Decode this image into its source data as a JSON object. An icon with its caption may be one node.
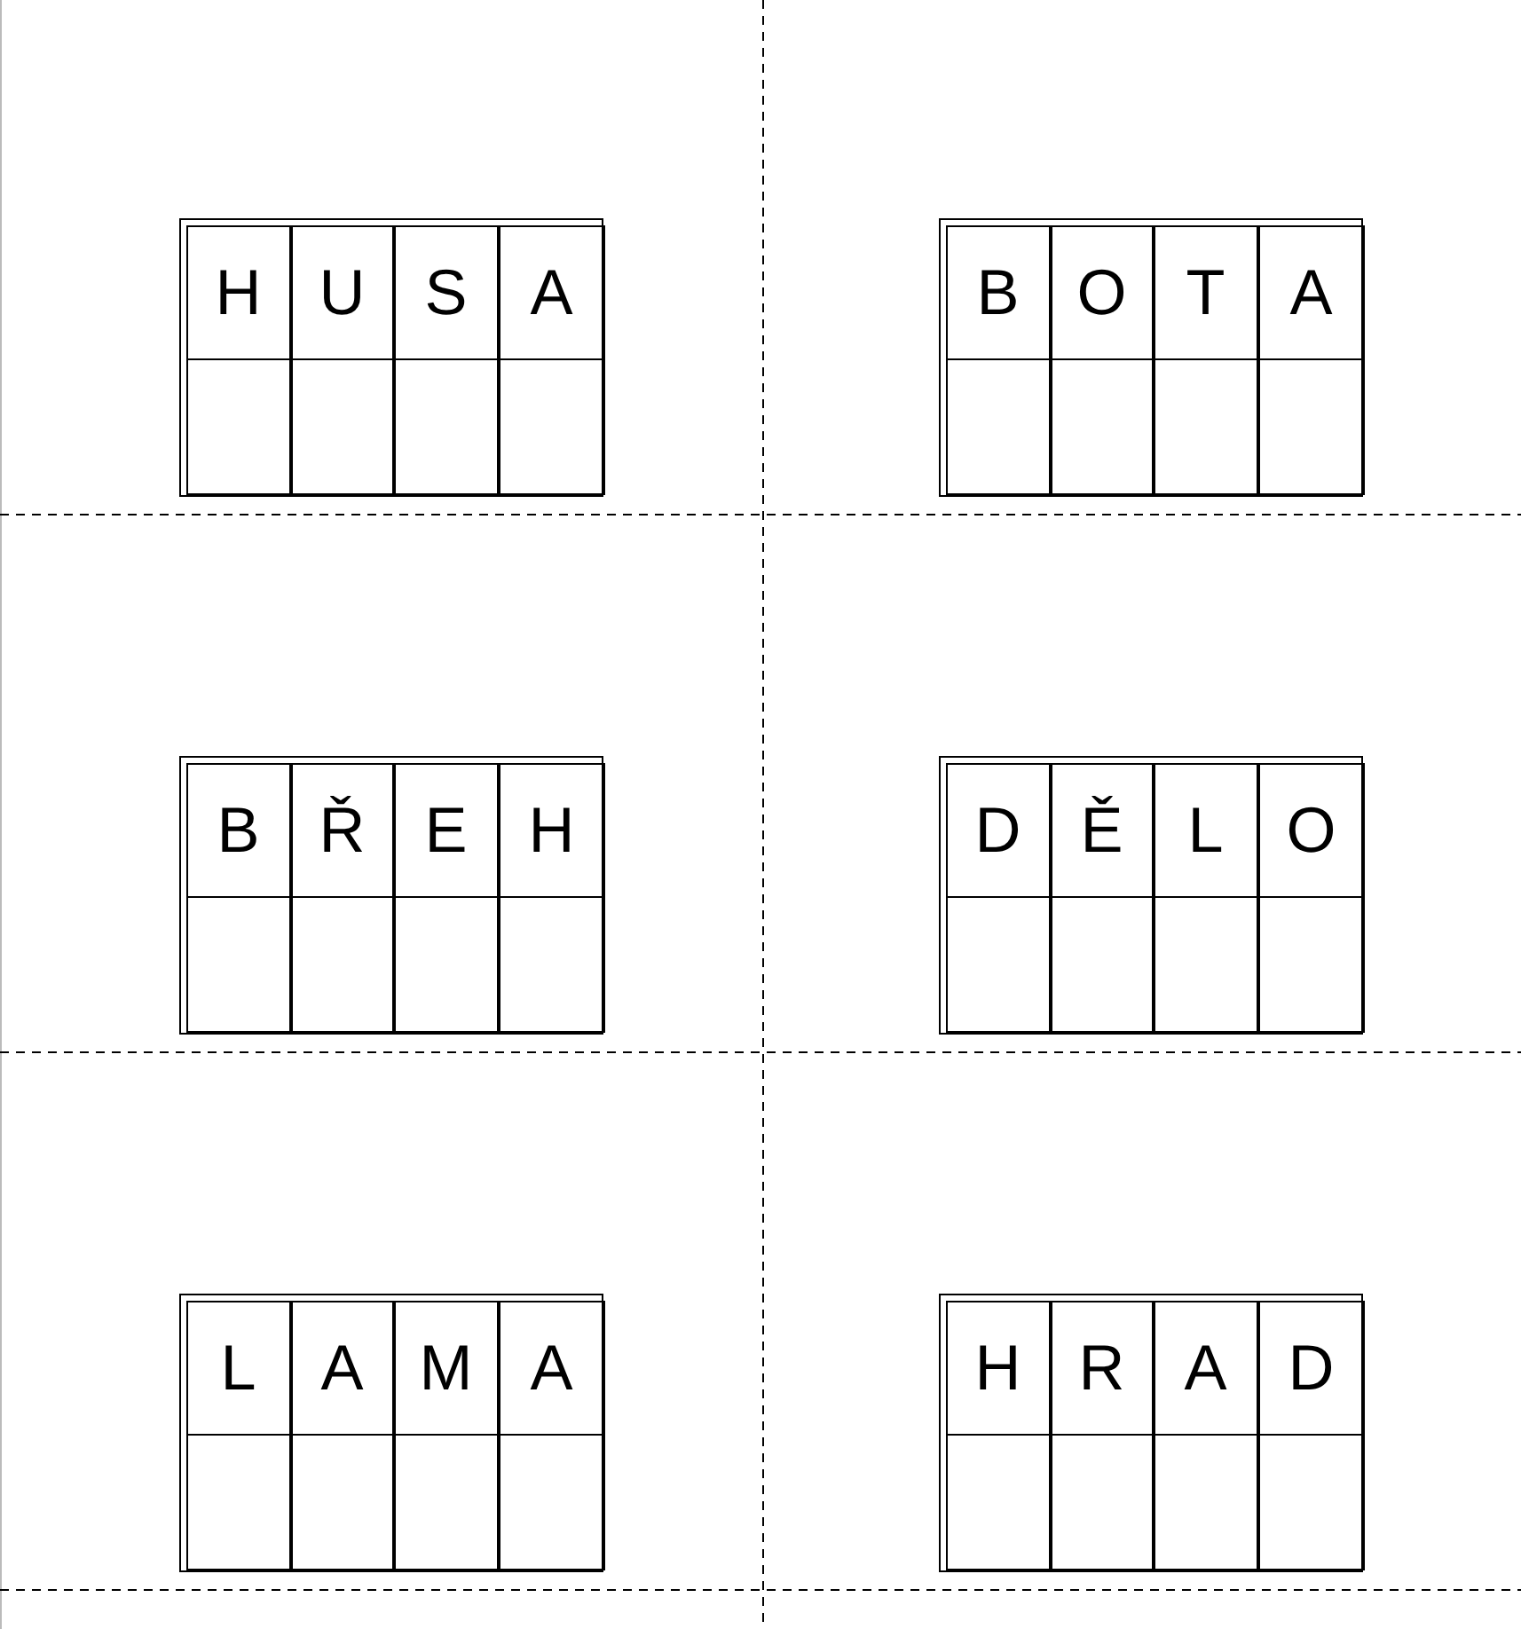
{
  "diagram": {
    "nodes": [
      {
        "text": [
          "H",
          "U",
          "S",
          "A"
        ]
      },
      {
        "text": [
          "B",
          "O",
          "T",
          "A"
        ]
      },
      {
        "text": [
          "B",
          "Ř",
          "E",
          "H"
        ]
      },
      {
        "text": [
          "D",
          "Ě",
          "L",
          "O"
        ]
      },
      {
        "text": [
          "L",
          "A",
          "M",
          "A"
        ]
      },
      {
        "text": [
          "H",
          "R",
          "A",
          "D"
        ]
      }
    ]
  }
}
